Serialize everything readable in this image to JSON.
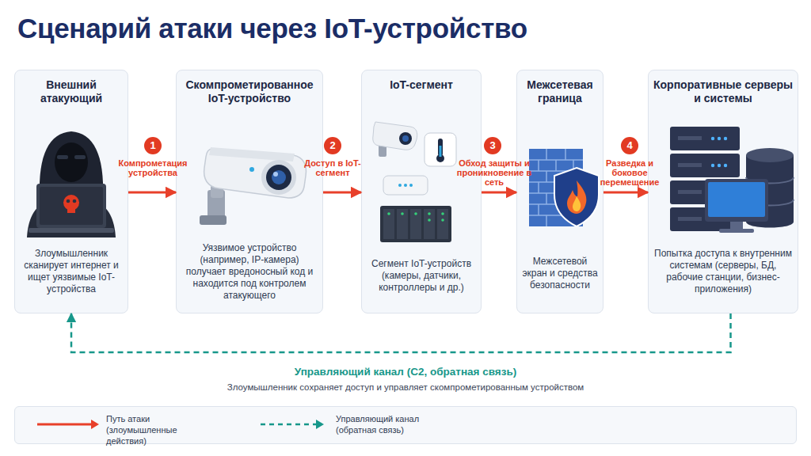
{
  "diagram": {
    "title": "Сценарий атаки через IoT-устройство",
    "nodes": [
      {
        "text": [
          "Внешний атакующий",
          "Злоумышленник сканирует интернет и ищет уязвимые IoT-устройства"
        ]
      },
      {
        "text": [
          "Скомпрометированное IoT-устройство",
          "Уязвимое устройство (например, IP-камера) получает вредоносный код и находится под контролем атакующего"
        ]
      },
      {
        "text": [
          "IoT-сегмент",
          "Сегмент IoT-устройств (камеры, датчики, контроллеры и др.)"
        ]
      },
      {
        "text": [
          "Межсетевая граница",
          "Межсетевой экран и средства безопасности"
        ]
      },
      {
        "text": [
          "Корпоративные серверы и системы",
          "Попытка доступа к внутренним системам (серверы, БД, рабочие станции, бизнес-приложения)"
        ]
      }
    ],
    "edges": [
      {
        "from": 0,
        "to": 1,
        "label": "Компрометация устройства",
        "arrow": "to"
      },
      {
        "from": 1,
        "to": 2,
        "label": "Доступ в IoT-сегмент",
        "arrow": "to"
      },
      {
        "from": 2,
        "to": 3,
        "label": "Обход защиты и проникновение в сеть",
        "arrow": "to"
      },
      {
        "from": 3,
        "to": 4,
        "label": "Разведка и боковое перемещение",
        "arrow": "to"
      },
      {
        "from": 4,
        "to": 0,
        "label": "Управляющий канал (C2, обратная связь)",
        "arrow": "to"
      }
    ],
    "labels": [
      "1",
      "2",
      "3",
      "4",
      "Злоумышленник сохраняет доступ и управляет скомпрометированным устройством"
    ],
    "legend": [
      {
        "text": "Путь атаки (злоумышленные действия)"
      },
      {
        "text": "Управляющий канал (обратная связь)"
      }
    ]
  }
}
